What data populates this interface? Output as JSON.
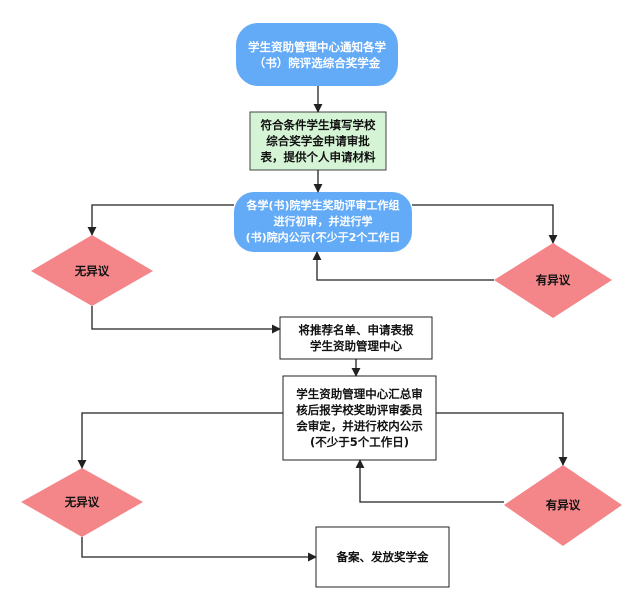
{
  "colors": {
    "blue": "#63aaf7",
    "green": "#d5f4d5",
    "green_border": "#444444",
    "red": "#f4868a",
    "white": "#ffffff",
    "line": "#222222"
  },
  "nodes": {
    "notify": "学生资助管理中心通知各学\n（书）院评选综合奖学金",
    "fill_form": "符合条件学生填写学校\n综合奖学金申请审批\n表，提供个人申请材料",
    "college_review": "各学(书)院学生奖助评审工作组\n进行初审，并进行学\n(书)院内公示(不少于2个工作日",
    "no_objection_1": "无异议",
    "objection_1": "有异议",
    "submit_list": "将推荐名单、申请表报\n学生资助管理中心",
    "center_review": "学生资助管理中心汇总审\n核后报学校奖助评审委员\n会审定，并进行校内公示\n(不少于5个工作日)",
    "no_objection_2": "无异议",
    "objection_2": "有异议",
    "file_award": "备案、发放奖学金"
  }
}
